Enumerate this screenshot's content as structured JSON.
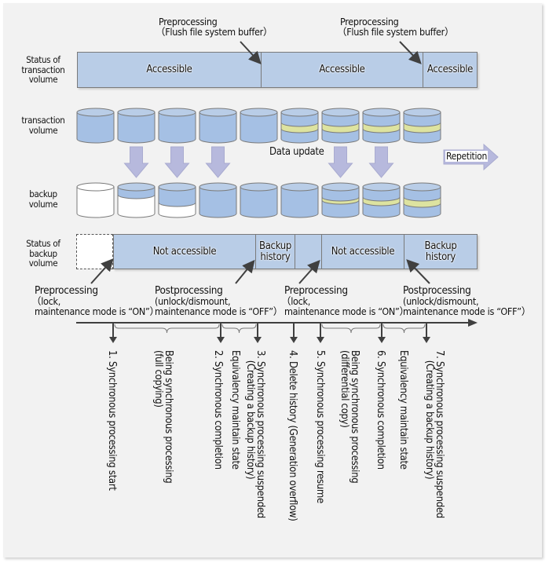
{
  "colors": {
    "background": "#f2f2f2",
    "volume_fill": "#a5c0e4",
    "volume_top": "#b9cde7",
    "update_band": "#dde3a0",
    "empty_fill": "#ffffff",
    "copy_arrow": "#b7b9dd",
    "status_bar": "#b9cde7",
    "stroke": "#7a7a7a",
    "pointer_arrow": "#404040"
  },
  "top_annotations": [
    {
      "title": "Preprocessing",
      "detail": "（Flush file system buffer）"
    },
    {
      "title": "Preprocessing",
      "detail": "（Flush file system buffer）"
    }
  ],
  "row_labels": {
    "transaction_status": "Status of\ntransaction\nvolume",
    "transaction_volume": "transaction\nvolume",
    "backup_volume": "backup\nvolume",
    "backup_status": "Status of\nbackup\nvolume"
  },
  "transaction_status": [
    "Accessible",
    "Accessible",
    "Accessible"
  ],
  "transaction_volumes": [
    {
      "state": "full"
    },
    {
      "state": "full"
    },
    {
      "state": "full"
    },
    {
      "state": "full"
    },
    {
      "state": "full"
    },
    {
      "state": "updated"
    },
    {
      "state": "updated"
    },
    {
      "state": "updated"
    },
    {
      "state": "updated"
    }
  ],
  "backup_volumes": [
    {
      "state": "empty"
    },
    {
      "state": "partial-small"
    },
    {
      "state": "partial-large"
    },
    {
      "state": "full"
    },
    {
      "state": "full"
    },
    {
      "state": "full"
    },
    {
      "state": "updated-thin"
    },
    {
      "state": "updated-mid"
    },
    {
      "state": "updated"
    }
  ],
  "copy_arrows_at_volume_index": [
    1,
    2,
    3,
    6,
    7
  ],
  "data_update_label": "Data update",
  "repetition_label": "Repetition",
  "backup_status": [
    "",
    "Not accessible",
    "Backup\nhistory",
    "",
    "Not accessible",
    "Backup\nhistory"
  ],
  "bottom_annotations": [
    {
      "title": "Preprocessing",
      "line2": "（lock,",
      "line3": "maintenance mode is “ON”）"
    },
    {
      "title": "Postprocessing",
      "line2": "(unlock/dismount,",
      "line3": "maintenance mode is “OFF”）"
    },
    {
      "title": "Preprocessing",
      "line2": "（lock,",
      "line3": "maintenance mode is “ON”）"
    },
    {
      "title": "Postprocessing",
      "line2": "(unlock/dismount,",
      "line3": "maintenance mode is “OFF”）"
    }
  ],
  "timeline_events": [
    {
      "label": "1. Synchronous processing start"
    },
    {
      "label": "2. Synchronous completion"
    },
    {
      "label": "3. Synchronous processing suspended\n　(Creating a backup history)"
    },
    {
      "label": "4. Delete history (Generation overflow)"
    },
    {
      "label": "5. Synchronous processing resume"
    },
    {
      "label": "6. Synchronous completion"
    },
    {
      "label": "7. Synchronous processing suspended\n　(Creating a backup history)"
    }
  ],
  "timeline_states": [
    {
      "label": "Being synchronous processing\n(full copying)"
    },
    {
      "label": "Equivalency maintain state"
    },
    {
      "label": "Being synchronous processing\n(differential copy)"
    },
    {
      "label": "Equivalency maintain state"
    }
  ]
}
